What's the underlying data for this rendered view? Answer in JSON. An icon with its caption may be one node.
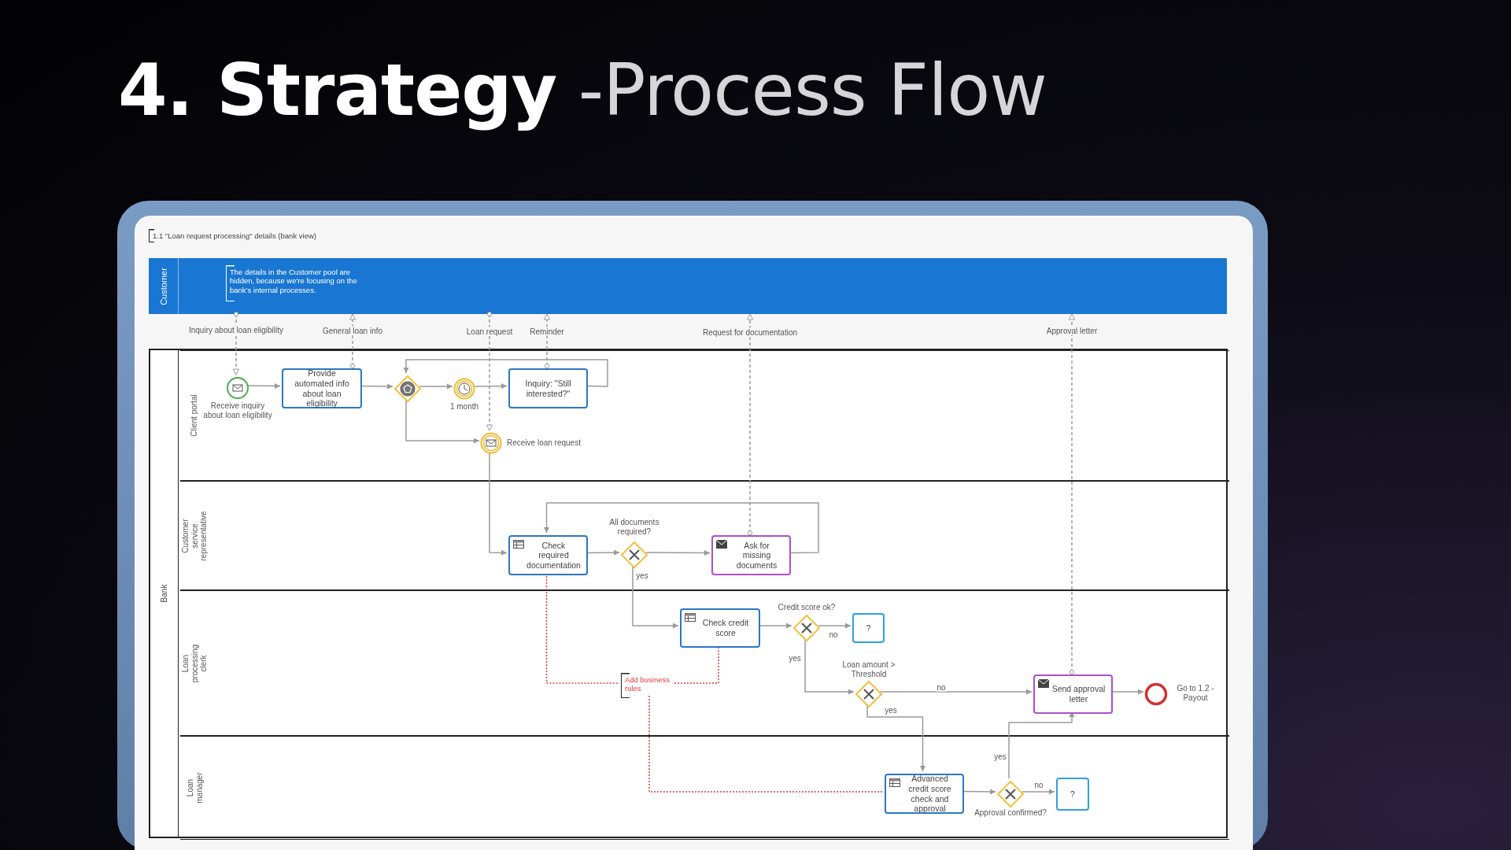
{
  "diagram": {
    "title": "**4. Strategy** -Process Flow",
    "nodes": [
      {
        "text": [
          "Customer"
        ]
      },
      {
        "text": [
          "The details in the Customer pool are hidden, because we're focusing on the bank's internal processes."
        ],
        "in": 0
      },
      {
        "text": [
          "Bank"
        ]
      },
      {
        "text": [
          "Client portal"
        ],
        "in": 2
      },
      {
        "text": [
          "Customer service representative"
        ],
        "in": 2
      },
      {
        "text": [
          "Loan processing clerk"
        ],
        "in": 2
      },
      {
        "text": [
          "Loan manager"
        ],
        "in": 2
      },
      {
        "text": [],
        "shape": "circle",
        "beside": [
          "Receive inquiry about loan eligibility"
        ],
        "in": 3
      },
      {
        "text": [
          "Provide automated info about loan eligibility"
        ],
        "in": 3
      },
      {
        "text": [],
        "shape": "diamond",
        "in": 3
      },
      {
        "text": [],
        "shape": "circle",
        "beside": [
          "1 month"
        ],
        "in": 3
      },
      {
        "text": [
          "Inquiry: \"Still interested?\""
        ],
        "in": 3
      },
      {
        "text": [],
        "shape": "circle",
        "beside": [
          "Receive loan request"
        ],
        "in": 3
      },
      {
        "text": [
          "Check required documentation"
        ],
        "in": 4
      },
      {
        "text": [],
        "shape": "diamond",
        "beside": [
          "All documents required?"
        ],
        "in": 4
      },
      {
        "text": [
          "Ask for missing documents"
        ],
        "in": 4
      },
      {
        "text": [
          "Check credit score"
        ],
        "in": 5
      },
      {
        "text": [],
        "shape": "diamond",
        "beside": [
          "Credit score ok?"
        ],
        "in": 5
      },
      {
        "text": [
          "?"
        ],
        "in": 5
      },
      {
        "text": [],
        "shape": "diamond",
        "beside": [
          "Loan amount > Threshold"
        ],
        "in": 5
      },
      {
        "text": [
          "Send approval letter"
        ],
        "in": 5
      },
      {
        "text": [],
        "shape": "circle",
        "beside": [
          "Go to 1.2 - Payout"
        ],
        "in": 5
      },
      {
        "text": [
          "Add business rules"
        ],
        "in": 5
      },
      {
        "text": [
          "Advanced credit score check and approval"
        ],
        "in": 6
      },
      {
        "text": [],
        "shape": "diamond",
        "beside": [
          "Approval confirmed?"
        ],
        "in": 6
      },
      {
        "text": [
          "?"
        ],
        "in": 6
      }
    ],
    "edges": [
      {
        "from": 0,
        "to": 7,
        "arrow": "to",
        "style": "dashed",
        "label": "Inquiry about loan eligibility"
      },
      {
        "from": 8,
        "to": 0,
        "arrow": "to",
        "style": "dashed",
        "label": "General loan info"
      },
      {
        "from": 0,
        "to": 12,
        "arrow": "to",
        "style": "dashed",
        "label": "Loan request"
      },
      {
        "from": 11,
        "to": 0,
        "arrow": "to",
        "style": "dashed",
        "label": "Reminder"
      },
      {
        "from": 15,
        "to": 0,
        "arrow": "to",
        "style": "dashed",
        "label": "Request for documentation"
      },
      {
        "from": 20,
        "to": 0,
        "arrow": "to",
        "style": "dashed",
        "label": "Approval letter"
      },
      {
        "from": 7,
        "to": 8,
        "arrow": "to"
      },
      {
        "from": 8,
        "to": 9,
        "arrow": "to"
      },
      {
        "from": 9,
        "to": 10,
        "arrow": "to"
      },
      {
        "from": 10,
        "to": 11,
        "arrow": "to"
      },
      {
        "from": 11,
        "to": 9,
        "arrow": "to"
      },
      {
        "from": 9,
        "to": 12,
        "arrow": "to"
      },
      {
        "from": 12,
        "to": 13,
        "arrow": "to"
      },
      {
        "from": 13,
        "to": 14,
        "arrow": "to"
      },
      {
        "from": 14,
        "to": 15,
        "arrow": "to"
      },
      {
        "from": 15,
        "to": 13,
        "arrow": "to"
      },
      {
        "from": 14,
        "to": 16,
        "arrow": "to",
        "label": "yes"
      },
      {
        "from": 16,
        "to": 17,
        "arrow": "to"
      },
      {
        "from": 17,
        "to": 18,
        "arrow": "to",
        "label": "no"
      },
      {
        "from": 17,
        "to": 19,
        "arrow": "to",
        "label": "yes"
      },
      {
        "from": 19,
        "to": 20,
        "arrow": "to",
        "label": "no"
      },
      {
        "from": 19,
        "to": 23,
        "arrow": "to",
        "label": "yes"
      },
      {
        "from": 20,
        "to": 21,
        "arrow": "to"
      },
      {
        "from": 23,
        "to": 24,
        "arrow": "to"
      },
      {
        "from": 24,
        "to": 25,
        "arrow": "to",
        "label": "no"
      },
      {
        "from": 24,
        "to": 20,
        "arrow": "to",
        "label": "yes"
      },
      {
        "from": 13,
        "to": 22,
        "arrow": "none",
        "style": "dashed",
        "color": "#e0393e"
      },
      {
        "from": 22,
        "to": 16,
        "arrow": "none",
        "style": "dashed",
        "color": "#e0393e"
      },
      {
        "from": 22,
        "to": 23,
        "arrow": "none",
        "style": "dashed",
        "color": "#e0393e"
      }
    ],
    "labels": [
      "1.1 \"Loan request processing\" details (bank view)"
    ]
  }
}
